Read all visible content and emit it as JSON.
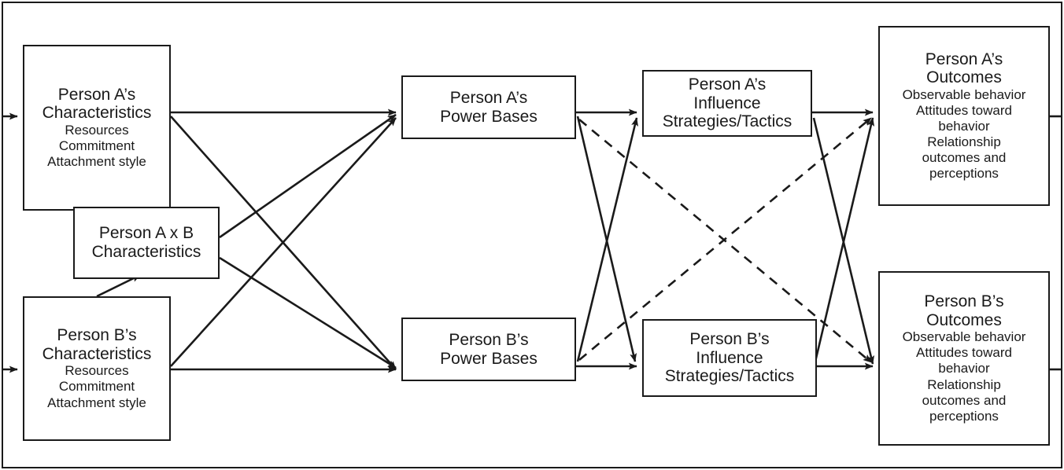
{
  "diagram": {
    "type": "dyadic-power-influence-process-model",
    "frame": {
      "visible": true,
      "color": "#1a1a1a"
    },
    "nodes": [
      {
        "id": "a-char",
        "title": "Person A’s\nCharacteristics",
        "detail": "Resources\nCommitment\nAttachment style"
      },
      {
        "id": "ab-char",
        "title": "Person A x B\nCharacteristics",
        "detail": ""
      },
      {
        "id": "b-char",
        "title": "Person B’s\nCharacteristics",
        "detail": "Resources\nCommitment\nAttachment style"
      },
      {
        "id": "a-power",
        "title": "Person A’s\nPower Bases",
        "detail": ""
      },
      {
        "id": "b-power",
        "title": "Person B’s\nPower Bases",
        "detail": ""
      },
      {
        "id": "a-infl",
        "title": "Person A’s\nInfluence\nStrategies/Tactics",
        "detail": ""
      },
      {
        "id": "b-infl",
        "title": "Person B’s\nInfluence\nStrategies/Tactics",
        "detail": ""
      },
      {
        "id": "a-out",
        "title": "Person A’s\nOutcomes",
        "detail": "Observable behavior\nAttitudes toward\nbehavior\nRelationship\noutcomes and\nperceptions"
      },
      {
        "id": "b-out",
        "title": "Person B’s\nOutcomes",
        "detail": "Observable behavior\nAttitudes toward\nbehavior\nRelationship\noutcomes and\nperceptions"
      }
    ],
    "edges": [
      {
        "from": "a-char",
        "to": "ab-char",
        "style": "solid"
      },
      {
        "from": "b-char",
        "to": "ab-char",
        "style": "solid"
      },
      {
        "from": "a-char",
        "to": "a-power",
        "style": "solid"
      },
      {
        "from": "a-char",
        "to": "b-power",
        "style": "solid"
      },
      {
        "from": "b-char",
        "to": "b-power",
        "style": "solid"
      },
      {
        "from": "b-char",
        "to": "a-power",
        "style": "solid"
      },
      {
        "from": "ab-char",
        "to": "a-power",
        "style": "solid"
      },
      {
        "from": "ab-char",
        "to": "b-power",
        "style": "solid"
      },
      {
        "from": "a-power",
        "to": "a-infl",
        "style": "solid"
      },
      {
        "from": "a-power",
        "to": "b-infl",
        "style": "solid"
      },
      {
        "from": "b-power",
        "to": "b-infl",
        "style": "solid"
      },
      {
        "from": "b-power",
        "to": "a-infl",
        "style": "solid"
      },
      {
        "from": "a-power",
        "to": "b-out",
        "style": "dashed"
      },
      {
        "from": "b-power",
        "to": "a-out",
        "style": "dashed"
      },
      {
        "from": "a-infl",
        "to": "a-out",
        "style": "solid"
      },
      {
        "from": "a-infl",
        "to": "b-out",
        "style": "solid"
      },
      {
        "from": "b-infl",
        "to": "b-out",
        "style": "solid"
      },
      {
        "from": "b-infl",
        "to": "a-out",
        "style": "solid"
      },
      {
        "from": "a-out",
        "to": "a-char",
        "style": "solid",
        "kind": "feedback-loop"
      },
      {
        "from": "b-out",
        "to": "b-char",
        "style": "solid",
        "kind": "feedback-loop"
      }
    ]
  }
}
